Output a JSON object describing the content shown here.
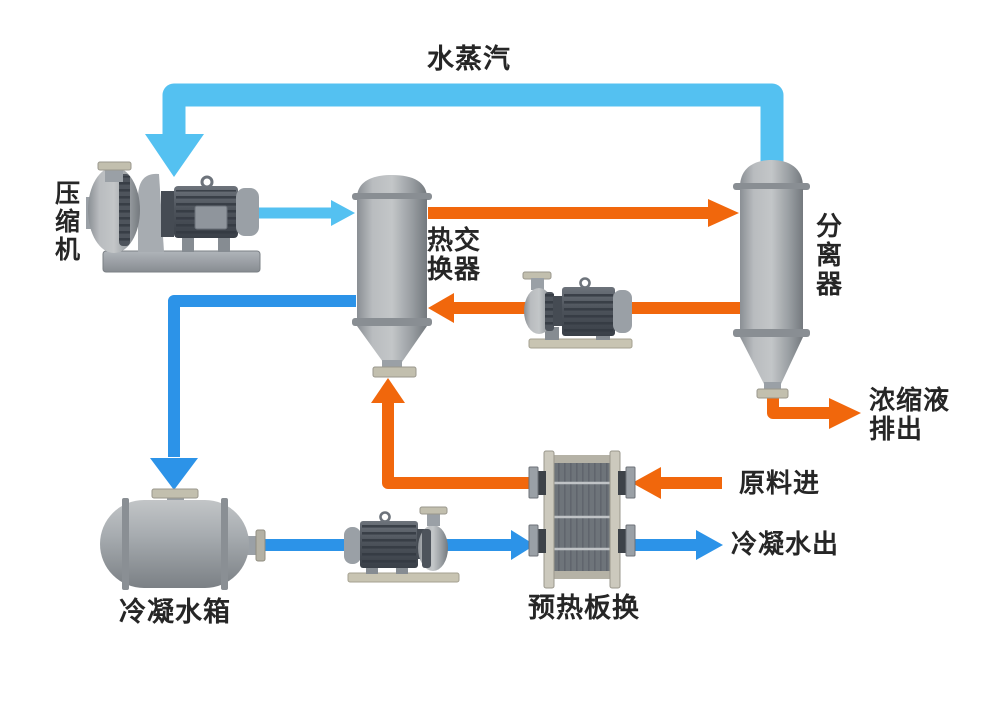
{
  "labels": {
    "steam": "水蒸汽",
    "compressor": "压缩机",
    "heat_exchanger": "热交换器",
    "separator": "分离器",
    "concentrate_discharge": "浓缩液排出",
    "feed_in": "原料进",
    "condensate_water_out": "冷凝水出",
    "condensate_tank": "冷凝水箱",
    "preheater_plate_exchanger": "预热板换"
  },
  "colors": {
    "steam_line": "#54c1f1",
    "water_line": "#2c93e8",
    "hot_line": "#f1670c",
    "text_color": "#262626",
    "background": "#ffffff"
  },
  "flows": [
    {
      "name": "secondary-steam",
      "label": "水蒸汽",
      "color": "steam_line",
      "path": "separator top → compressor inlet"
    },
    {
      "name": "compressed-steam",
      "color": "steam_line",
      "path": "compressor → heat-exchanger"
    },
    {
      "name": "vapor-liquid-to-separator",
      "color": "hot_line",
      "path": "heat-exchanger → separator"
    },
    {
      "name": "circulation",
      "color": "hot_line",
      "path": "separator → circulation-pump → heat-exchanger"
    },
    {
      "name": "concentrate-discharge",
      "label": "浓缩液排出",
      "color": "hot_line",
      "path": "separator bottom → out"
    },
    {
      "name": "feed",
      "label": "原料进",
      "color": "hot_line",
      "path": "in → preheater-plate-exchanger → heat-exchanger bottom"
    },
    {
      "name": "condensate",
      "color": "water_line",
      "path": "heat-exchanger → condensate-tank → condensate-pump → preheater-plate-exchanger"
    },
    {
      "name": "condensate-out",
      "label": "冷凝水出",
      "color": "water_line",
      "path": "preheater-plate-exchanger → out"
    }
  ]
}
